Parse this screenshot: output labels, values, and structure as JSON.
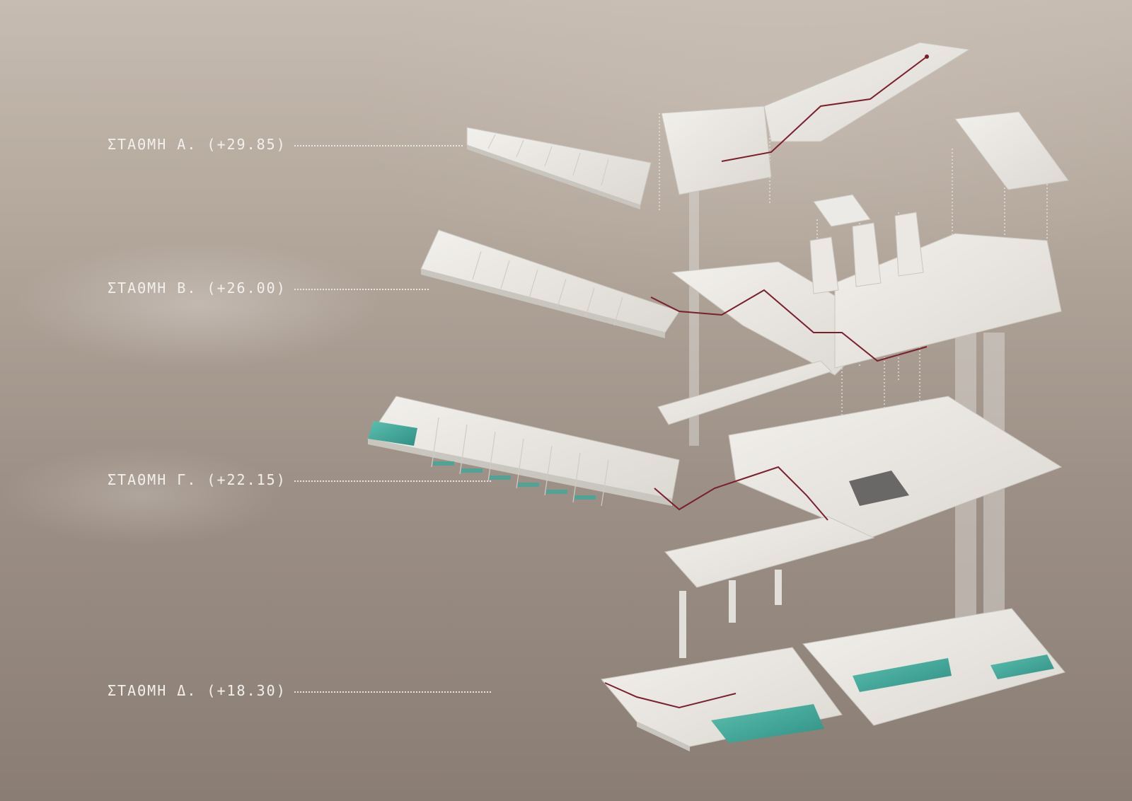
{
  "levels": [
    {
      "label": "ΣΤΑΘΜΗ Α. (+29.85)"
    },
    {
      "label": "ΣΤΑΘΜΗ Β. (+26.00)"
    },
    {
      "label": "ΣΤΑΘΜΗ Γ. (+22.15)"
    },
    {
      "label": "ΣΤΑΘΜΗ Δ. (+18.30)"
    }
  ],
  "colors": {
    "background_top": "#c7bcb1",
    "background_bottom": "#8a7d74",
    "slab": "#e9e7e3",
    "slab_shadow": "#c9c5bf",
    "water": "#3fa89a",
    "circulation": "#7a1f2b",
    "label_text": "#f3f0ec"
  }
}
